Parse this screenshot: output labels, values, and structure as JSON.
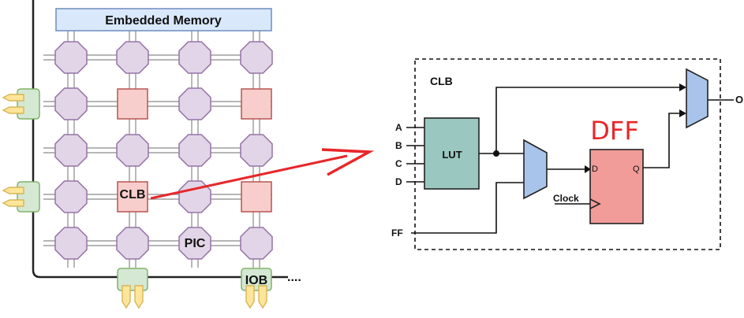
{
  "fpga": {
    "memory_label": "Embedded Memory",
    "clb_label": "CLB",
    "pic_label": "PIC",
    "iob_label": "IOB",
    "continuation": "...."
  },
  "clb_detail": {
    "title": "CLB",
    "lut_label": "LUT",
    "dff_title": "DFF",
    "d_pin": "D",
    "q_pin": "Q",
    "clock_label": "Clock",
    "output_label": "O",
    "inputs": [
      "A",
      "B",
      "C",
      "D"
    ],
    "ff_label": "FF"
  },
  "colors": {
    "pic_fill": "#e1d5e7",
    "pic_stroke": "#9673a6",
    "clb_fill": "#f8cecc",
    "clb_stroke": "#b85450",
    "iob_fill": "#d5e8d4",
    "iob_stroke": "#82b366",
    "memory_fill": "#dae8fc",
    "memory_stroke": "#6c8ebf",
    "lut_fill": "#9ac7bf",
    "mux_fill": "#a9c4eb",
    "dff_fill": "#f19c99",
    "arrow": "#e8262a",
    "pad_fill": "#ffe599",
    "pad_stroke": "#d6b656"
  }
}
